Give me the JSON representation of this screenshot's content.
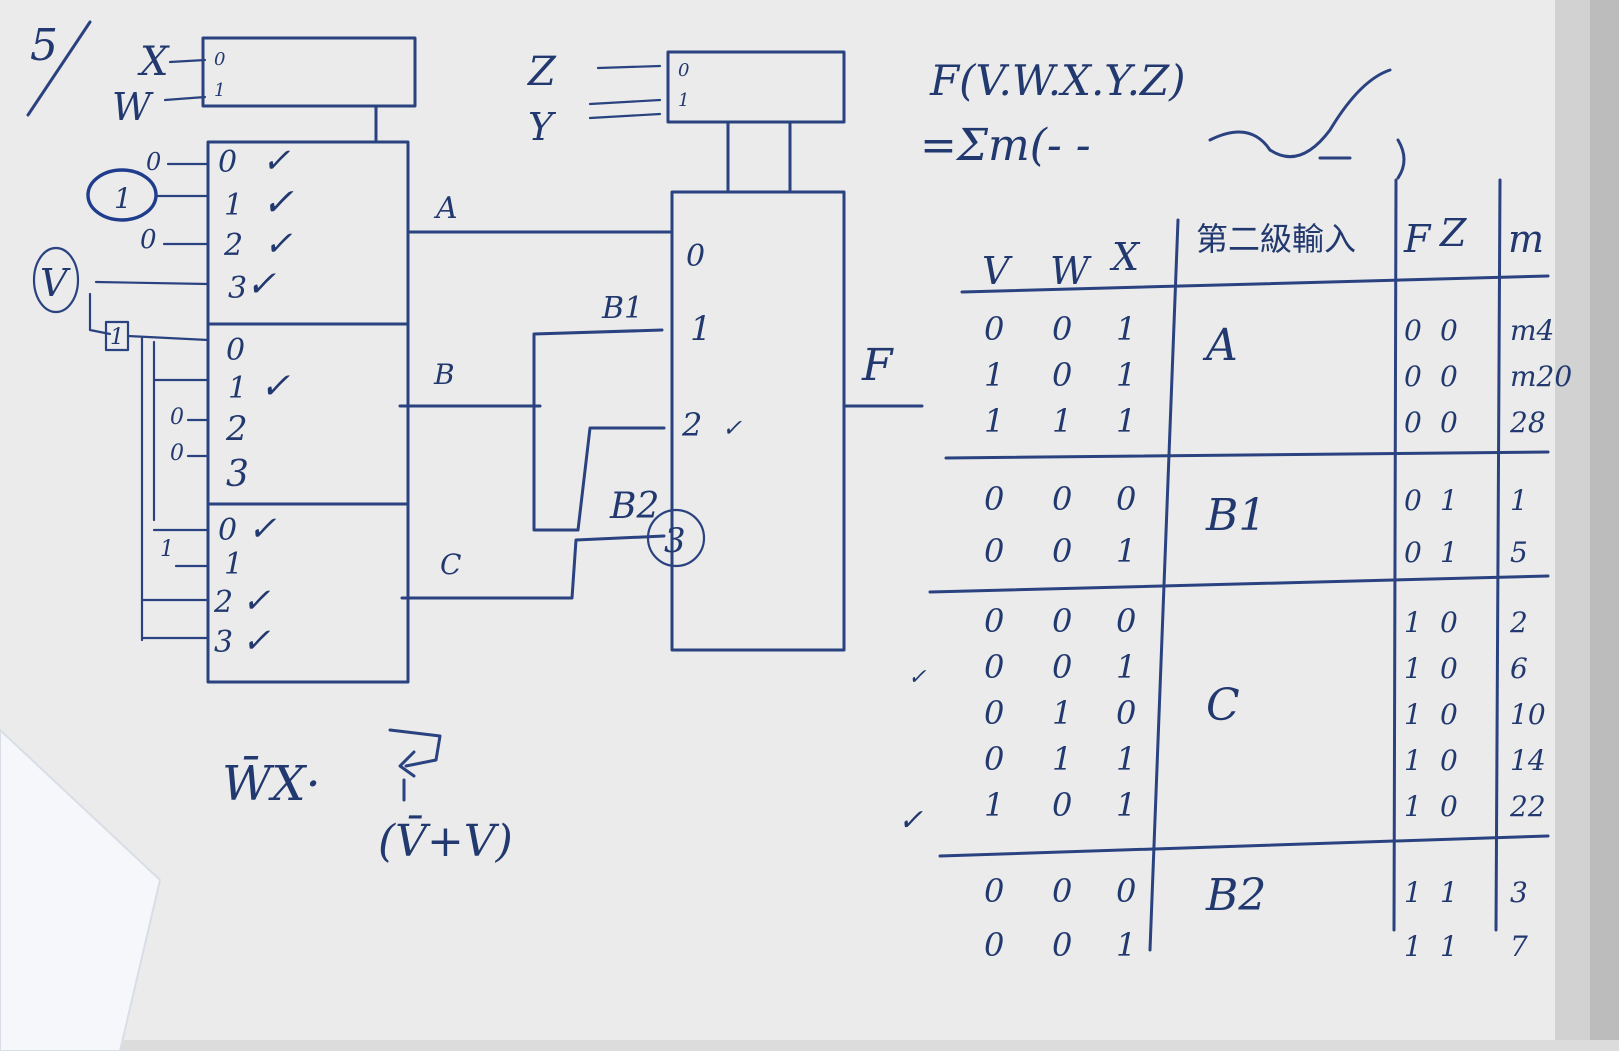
{
  "problem_number": "5",
  "upper_mux_left": {
    "select_inputs": [
      "X",
      "W"
    ],
    "select_pins": [
      "0",
      "1"
    ]
  },
  "upper_mux_right": {
    "select_inputs": [
      "Z",
      "Y"
    ],
    "select_pins": [
      "0",
      "1"
    ]
  },
  "left_mux_stack": {
    "block1": {
      "inputs": [
        "0",
        "1",
        "2",
        "3"
      ],
      "checks": [
        "✓",
        "✓",
        "✓",
        "✓"
      ],
      "side_values": [
        "0",
        "1",
        "0"
      ]
    },
    "block2": {
      "inputs": [
        "0",
        "1",
        "2",
        "3"
      ],
      "checks": [
        "",
        "✓",
        "",
        ""
      ],
      "side_values": [
        "1",
        "0",
        "0"
      ]
    },
    "block3": {
      "inputs": [
        "0",
        "1",
        "2",
        "3"
      ],
      "checks": [
        "✓",
        "",
        "✓",
        "✓"
      ],
      "side_values": [
        "1"
      ]
    },
    "variable_v": "V"
  },
  "signals": {
    "a": "A",
    "b": "B",
    "c": "C",
    "b1": "B1",
    "b2": "B2"
  },
  "output_mux": {
    "inputs": [
      "0",
      "1",
      "2",
      "3"
    ],
    "check2": "✓",
    "output": "F"
  },
  "function": {
    "line1": "F(V.W.X.Y.Z)",
    "line2": "=Σm(- -"
  },
  "note": {
    "expr": "W̄X·",
    "sub": "(V̄+V)"
  },
  "table": {
    "headers": [
      "V",
      "W",
      "X",
      "第二級輸入",
      "F",
      "Z",
      "m"
    ],
    "groups": [
      {
        "label": "A",
        "rows": [
          {
            "vwx": [
              "0",
              "0",
              "1"
            ],
            "fz": [
              "0",
              "0"
            ],
            "m": "m4"
          },
          {
            "vwx": [
              "1",
              "0",
              "1"
            ],
            "fz": [
              "0",
              "0"
            ],
            "m": "m20"
          },
          {
            "vwx": [
              "1",
              "1",
              "1"
            ],
            "fz": [
              "0",
              "0"
            ],
            "m": "28"
          }
        ]
      },
      {
        "label": "B1",
        "rows": [
          {
            "vwx": [
              "0",
              "0",
              "0"
            ],
            "fz": [
              "0",
              "1"
            ],
            "m": "1"
          },
          {
            "vwx": [
              "0",
              "0",
              "1"
            ],
            "fz": [
              "0",
              "1"
            ],
            "m": "5"
          }
        ]
      },
      {
        "label": "C",
        "rows": [
          {
            "vwx": [
              "0",
              "0",
              "0"
            ],
            "fz": [
              "1",
              "0"
            ],
            "m": "2"
          },
          {
            "vwx": [
              "0",
              "0",
              "1"
            ],
            "fz": [
              "1",
              "0"
            ],
            "m": "6"
          },
          {
            "vwx": [
              "0",
              "1",
              "0"
            ],
            "fz": [
              "1",
              "0"
            ],
            "m": "10"
          },
          {
            "vwx": [
              "0",
              "1",
              "1"
            ],
            "fz": [
              "1",
              "0"
            ],
            "m": "14"
          },
          {
            "vwx": [
              "1",
              "0",
              "1"
            ],
            "fz": [
              "1",
              "0"
            ],
            "m": "22"
          }
        ]
      },
      {
        "label": "B2",
        "rows": [
          {
            "vwx": [
              "0",
              "0",
              "0"
            ],
            "fz": [
              "1",
              "1"
            ],
            "m": "3"
          },
          {
            "vwx": [
              "0",
              "0",
              "1"
            ],
            "fz": [
              "1",
              "1"
            ],
            "m": "7"
          }
        ]
      }
    ]
  },
  "colors": {
    "ink": "#2a4280",
    "board": "#ececec",
    "frame": "#cfcfcf"
  }
}
